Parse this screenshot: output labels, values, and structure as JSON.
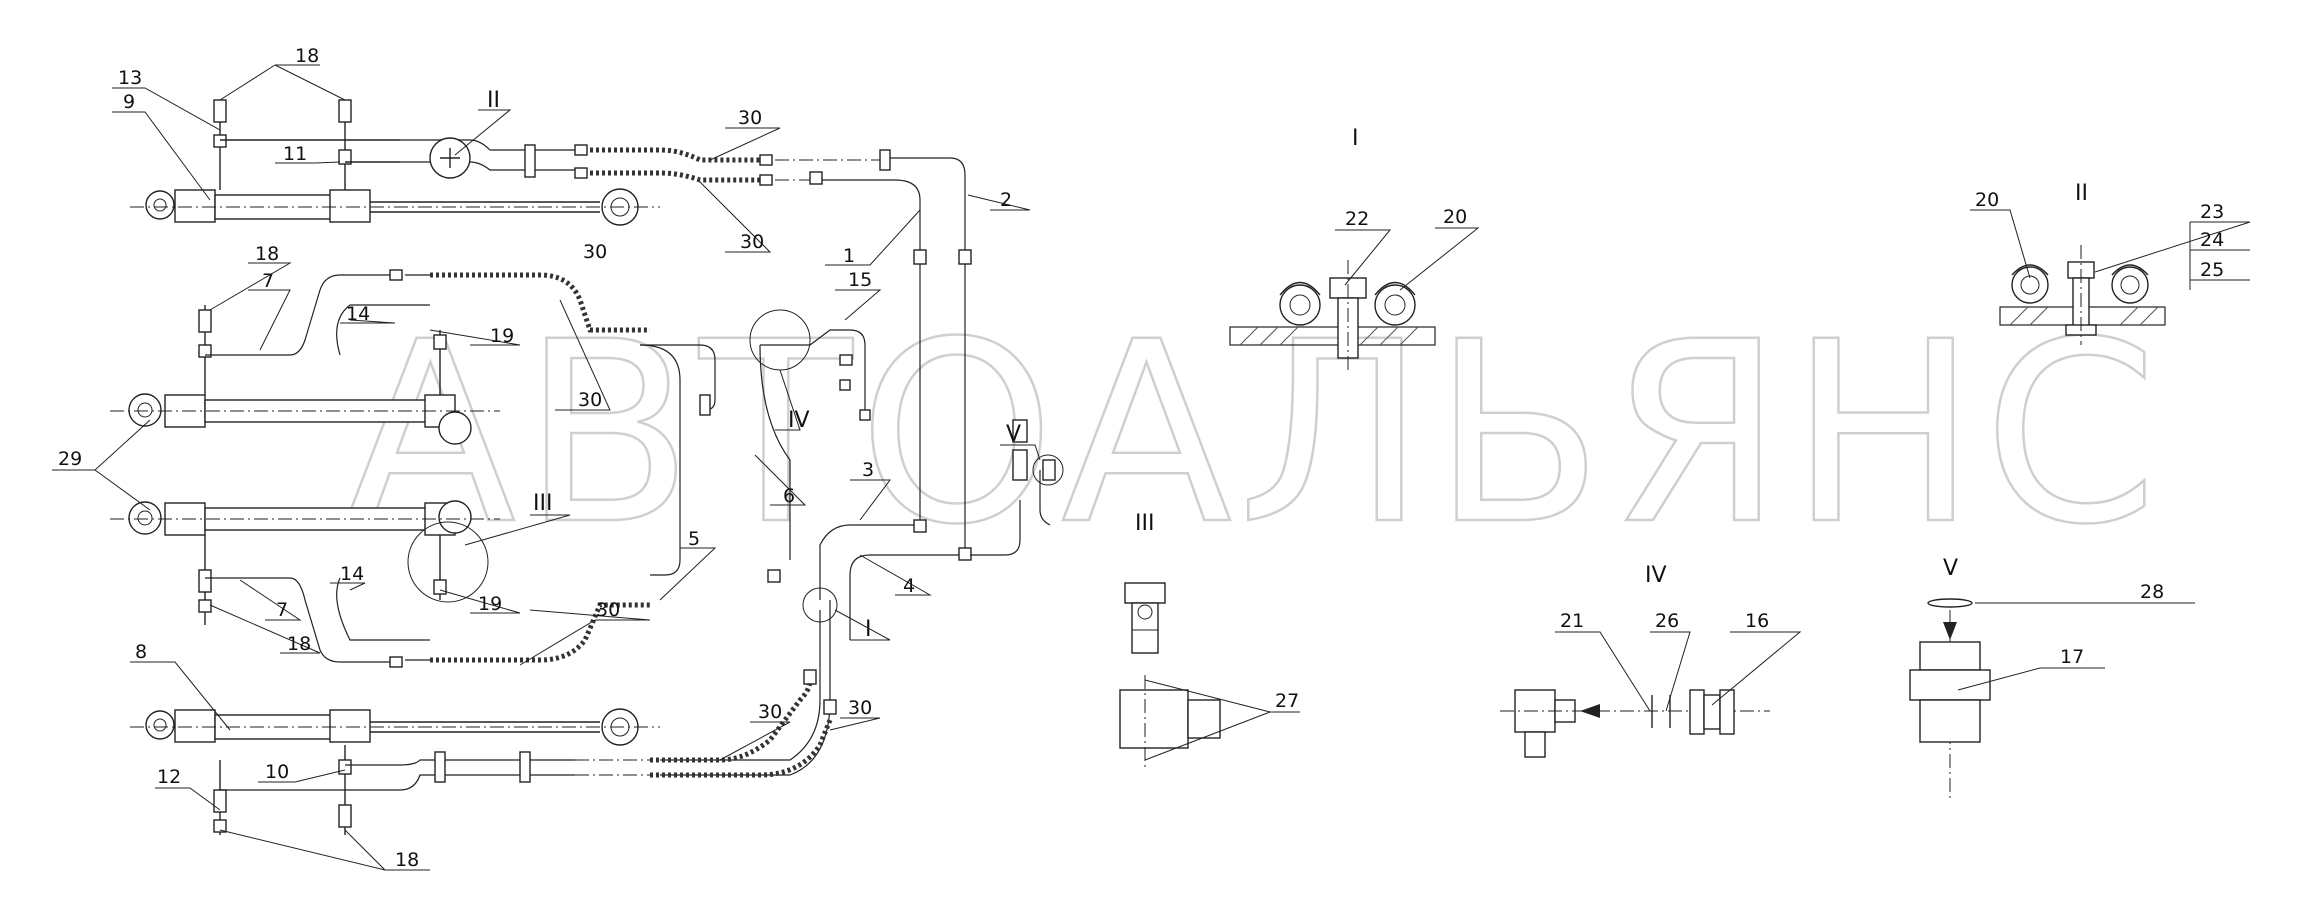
{
  "watermark": "АВТОАЛЬЯНС",
  "view_titles": {
    "I": "I",
    "II": "II",
    "III": "III",
    "IV": "IV",
    "V": "V"
  },
  "callouts": {
    "c13": "13",
    "c18a": "18",
    "c9": "9",
    "c11": "11",
    "cII": "II",
    "c30a": "30",
    "c2": "2",
    "c1": "1",
    "c30b": "30",
    "c18b": "18",
    "c7a": "7",
    "c14a": "14",
    "c19a": "19",
    "c30c": "30",
    "c15": "15",
    "c30d": "30",
    "cIV": "IV",
    "cV": "V",
    "c29": "29",
    "c6": "6",
    "c3": "3",
    "cIII": "III",
    "c5": "5",
    "c4": "4",
    "c7b": "7",
    "c14b": "14",
    "c19b": "19",
    "c18c": "18",
    "c30e": "30",
    "cI": "I",
    "c8": "8",
    "c30f": "30",
    "c30g": "30",
    "c12": "12",
    "c10": "10",
    "c18d": "18",
    "c22": "22",
    "c20a": "20",
    "c20b": "20",
    "c23": "23",
    "c24": "24",
    "c25": "25",
    "c27": "27",
    "c21": "21",
    "c26": "26",
    "c16": "16",
    "c28": "28",
    "c17": "17"
  },
  "colors": {
    "line": "#222222",
    "watermark": "#cfcfcf",
    "background": "#ffffff"
  }
}
